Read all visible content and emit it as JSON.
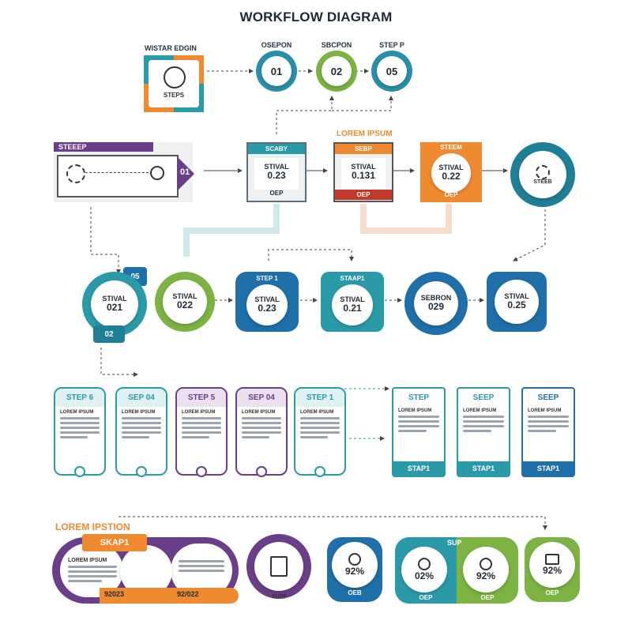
{
  "title": "WORKFLOW DIAGRAM",
  "top_row": {
    "start_box": {
      "label": "WISTAR EDGIN",
      "caption": "STEPS"
    },
    "nodes": [
      {
        "label": "OSEPON",
        "number": "01",
        "color": "#2a8fa9"
      },
      {
        "label": "SBCPON",
        "number": "02",
        "color": "#7cb342"
      },
      {
        "label": "STEP P",
        "number": "05",
        "color": "#2a8fa9"
      }
    ]
  },
  "row2": {
    "banner": {
      "label": "STEEEP",
      "number": "01"
    },
    "lorem_label": "LOREM IPSUM",
    "boxes": [
      {
        "head": "SCABY",
        "title": "STIVAL",
        "value": "0.23",
        "foot": "OEP",
        "color": "#5e6d7a"
      },
      {
        "head": "SEBP",
        "title": "STIVAL",
        "value": "0.131",
        "foot": "OEP",
        "color": "#c0392b"
      },
      {
        "head": "STEEM",
        "title": "STIVAL",
        "value": "0.22",
        "foot": "OEP",
        "color": "#f08a30"
      }
    ],
    "end_circle": {
      "label": "STEEB"
    }
  },
  "row3": {
    "badge_top": "05",
    "badge_bottom": "02",
    "nodes": [
      {
        "head": "",
        "title": "STIVAL",
        "value": "021",
        "color": "#2a8fa9"
      },
      {
        "head": "",
        "title": "STIVAL",
        "value": "022",
        "color": "#7cb342"
      },
      {
        "head": "STEP 1",
        "title": "STIVAL",
        "value": "0.23",
        "color": "#1f6fa8"
      },
      {
        "head": "STAAP1",
        "title": "STIVAL",
        "value": "0.21",
        "color": "#2a9aa9"
      },
      {
        "head": "",
        "title": "SEBRON",
        "value": "029",
        "color": "#1f6fa8"
      },
      {
        "head": "",
        "title": "STIVAL",
        "value": "0.25",
        "color": "#1f6fa8"
      }
    ]
  },
  "row4": {
    "cards_left": [
      {
        "head": "STEP 6",
        "color": "#2a9aa9"
      },
      {
        "head": "SEP 04",
        "color": "#2a9aa9"
      },
      {
        "head": "STEP 5",
        "color": "#6b3e8a"
      },
      {
        "head": "SEP 04",
        "color": "#6b3e8a"
      },
      {
        "head": "STEP 1",
        "color": "#2a9aa9"
      }
    ],
    "cards_right": [
      {
        "head": "STEP",
        "foot": "STAP1",
        "color": "#2a9aa9"
      },
      {
        "head": "SEEP",
        "foot": "STAP1",
        "color": "#2a9aa9"
      },
      {
        "head": "SEEP",
        "foot": "STAP1",
        "color": "#1f6fa8"
      }
    ],
    "lorem_title": "LOREM IPSUM"
  },
  "row5": {
    "heading": "LOREM IPSTION",
    "tag": "SKAP1",
    "lorem_title": "LOREM IPSUM",
    "val_left": "92023",
    "val_right": "92/022",
    "doc_label": "SUPP",
    "stats": [
      {
        "value": "92%",
        "foot": "OEB",
        "color": "#1f6fa8"
      },
      {
        "value": "02%",
        "foot": "OEP",
        "color": "#2a9aa9"
      },
      {
        "value": "92%",
        "foot": "OEP",
        "color": "#7cb342"
      },
      {
        "value": "92%",
        "foot": "OEP",
        "color": "#7cb342"
      }
    ],
    "mid_label": "SUP"
  }
}
